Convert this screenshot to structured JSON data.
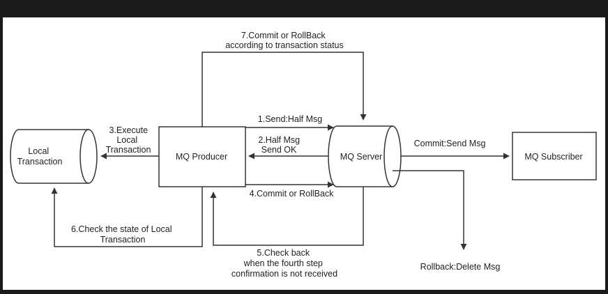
{
  "nodes": {
    "local_transaction": [
      "Local",
      "Transaction"
    ],
    "mq_producer": "MQ Producer",
    "mq_server": "MQ Server",
    "mq_subscriber": "MQ Subscriber"
  },
  "edges": {
    "step1": "1.Send:Half Msg",
    "step2": [
      "2.Half Msg",
      "Send OK"
    ],
    "step3": [
      "3.Execute",
      "Local",
      "Transaction"
    ],
    "step4": "4.Commit or RollBack",
    "step5": [
      "5.Check back",
      "when the fourth step",
      "confirmation is not received"
    ],
    "step6": [
      "6.Check the state of Local",
      "Transaction"
    ],
    "step7": [
      "7.Commit or RollBack",
      "according to transaction status"
    ],
    "commit": "Commit:Send Msg",
    "rollback": "Rollback:Delete Msg"
  },
  "colors": {
    "line": "#333333",
    "background": "#ffffff",
    "frame": "#1a1a1a"
  }
}
